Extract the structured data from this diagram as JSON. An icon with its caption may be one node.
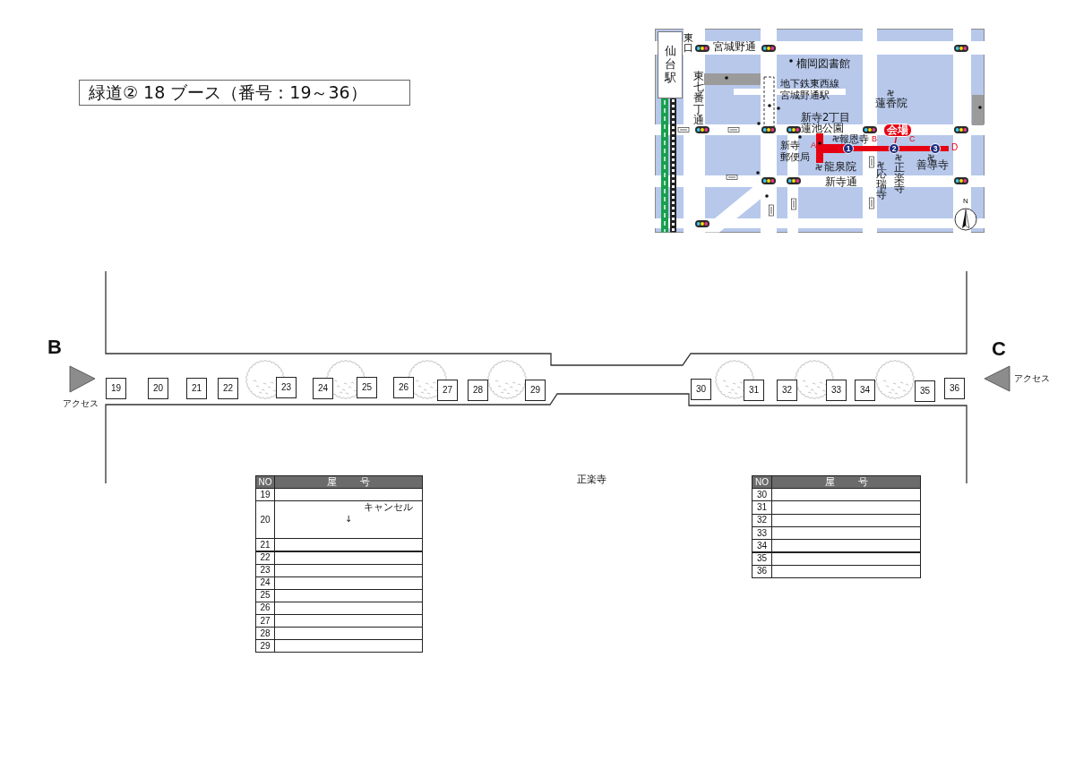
{
  "diagram": {
    "title": "緑道② 18 ブース（番号：19～36）",
    "nodes": [
      {
        "text": [
          "仙台駅"
        ],
        "beside": [
          "東口"
        ]
      },
      {
        "text": [
          "会場"
        ]
      },
      {
        "text": [
          "1"
        ]
      },
      {
        "text": [
          "2"
        ]
      },
      {
        "text": [
          "3"
        ]
      },
      {
        "text": [
          "19"
        ]
      },
      {
        "text": [
          "20"
        ]
      },
      {
        "text": [
          "21"
        ]
      },
      {
        "text": [
          "22"
        ]
      },
      {
        "text": [
          "23"
        ]
      },
      {
        "text": [
          "24"
        ]
      },
      {
        "text": [
          "25"
        ]
      },
      {
        "text": [
          "26"
        ]
      },
      {
        "text": [
          "27"
        ]
      },
      {
        "text": [
          "28"
        ]
      },
      {
        "text": [
          "29"
        ]
      },
      {
        "text": [
          "30"
        ]
      },
      {
        "text": [
          "31"
        ]
      },
      {
        "text": [
          "32"
        ]
      },
      {
        "text": [
          "33"
        ]
      },
      {
        "text": [
          "34"
        ]
      },
      {
        "text": [
          "35"
        ]
      },
      {
        "text": [
          "36"
        ]
      }
    ],
    "edges": [
      {
        "from": 1,
        "to": 3,
        "arrow": "none",
        "color": "#e60012"
      }
    ],
    "labels": [
      "宮城野通",
      "榴岡図書館",
      "東七番丁通",
      "地下鉄東西線宮城野通駅",
      "蓮香院",
      "新寺2丁目",
      "蓮池公園",
      "報恩寺",
      "新寺郵便局",
      "A",
      "B",
      "C",
      "D",
      "龍泉院",
      "応瑞寺",
      "正楽寺",
      "善導寺",
      "新寺通",
      "N",
      "B",
      "C",
      "アクセス",
      "アクセス",
      "正楽寺",
      "NO",
      "屋号",
      "19",
      "20",
      "キャンセル",
      "↓",
      "21",
      "22",
      "23",
      "24",
      "25",
      "26",
      "27",
      "28",
      "29",
      "NO",
      "屋号",
      "30",
      "31",
      "32",
      "33",
      "34",
      "35",
      "36"
    ]
  }
}
